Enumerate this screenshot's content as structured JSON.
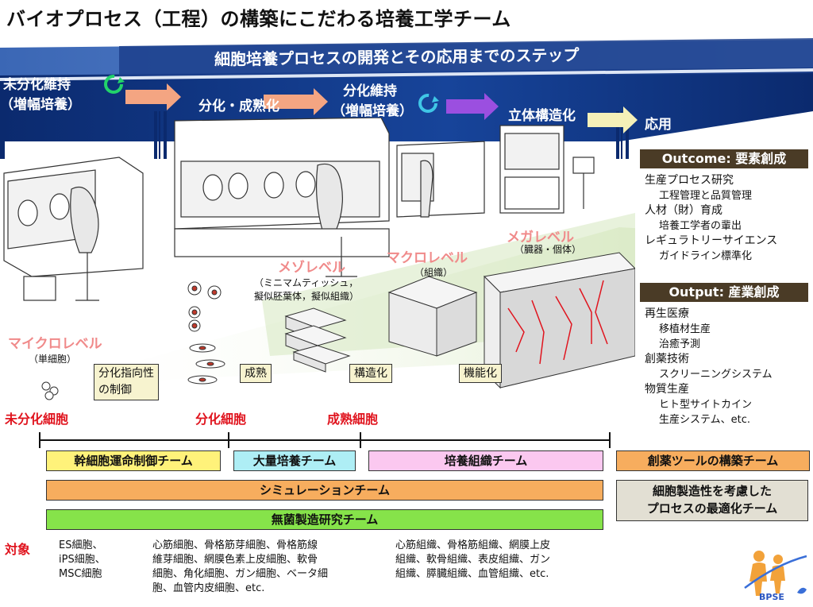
{
  "title": "バイオプロセス（工程）の構築にこだわる培養工学チーム",
  "banner": {
    "title": "細胞培養プロセスの開発とその応用までのステップ",
    "steps": {
      "undiff_1": "未分化維持",
      "undiff_2": "（増幅培養）",
      "diff_mature": "分化・成熟化",
      "diff_1": "分化維持",
      "diff_2": "（増幅培養）",
      "structure": "立体構造化",
      "application": "応用"
    }
  },
  "levels": {
    "micro": "マイクロレベル",
    "micro_sub": "（単細胞）",
    "meso": "メゾレベル",
    "meso_sub_1": "（ミニマムティッシュ，",
    "meso_sub_2": "擬似胚葉体，擬似組織）",
    "macro": "マクロレベル",
    "macro_sub": "（組織）",
    "mega": "メガレベル",
    "mega_sub": "（臓器・個体）"
  },
  "process_labels": {
    "diff_control_1": "分化指向性",
    "diff_control_2": "の制御",
    "maturation": "成熟",
    "structuring": "構造化",
    "functionalization": "機能化"
  },
  "cell_stages": [
    "未分化細胞",
    "分化細胞",
    "成熟細胞"
  ],
  "side_panel": {
    "outcome_header": "Outcome: 要素創成",
    "outcome_items": [
      {
        "main": "生産プロセス研究",
        "sub": "工程管理と品質管理"
      },
      {
        "main": "人材（財）育成",
        "sub": "培養工学者の輩出"
      },
      {
        "main": "レギュラトリーサイエンス",
        "sub": "ガイドライン標準化"
      }
    ],
    "output_header": "Output: 産業創成",
    "output_items": [
      {
        "main": "再生医療",
        "subs": [
          "移植材生産",
          "治癒予測"
        ]
      },
      {
        "main": "創薬技術",
        "subs": [
          "スクリーニングシステム"
        ]
      },
      {
        "main": "物質生産",
        "subs": [
          "ヒト型サイトカイン",
          "生産システム、etc."
        ]
      }
    ]
  },
  "teams": {
    "stem_cell": "幹細胞運命制御チーム",
    "mass_culture": "大量培養チーム",
    "tissue_culture": "培養組織チーム",
    "drug_tools": "創薬ツールの構築チーム",
    "simulation": "シミュレーションチーム",
    "aseptic": "無菌製造研究チーム",
    "optimization_1": "細胞製造性を考慮した",
    "optimization_2": "プロセスの最適化チーム"
  },
  "targets": {
    "label": "対象",
    "col1": [
      "ES細胞、",
      "iPS細胞、",
      "MSC細胞"
    ],
    "col2": [
      "心筋細胞、骨格筋芽細胞、骨格筋線",
      "維芽細胞、網膜色素上皮細胞、軟骨",
      "細胞、角化細胞、ガン細胞、ベータ細",
      "胞、血管内皮細胞、etc."
    ],
    "col3": [
      "心筋組織、骨格筋組織、網膜上皮",
      "組織、軟骨組織、表皮組織、ガン",
      "組織、膵臓組織、血管組織、etc."
    ]
  },
  "logo": {
    "text": "BPSE"
  },
  "colors": {
    "banner_dark": "#0b2a6e",
    "banner_light": "#4a77c4",
    "arrow_salmon": "#f4a582",
    "arrow_purple": "#9b4fe0",
    "arrow_cream": "#f5f0b8",
    "red_label": "#e0141e",
    "pink_label": "#f08a8a",
    "team_yellow": "#fff27a",
    "team_cyan": "#aeeef5",
    "team_pink": "#fbc8f0",
    "team_orange": "#f7ad5e",
    "team_green": "#86e34a",
    "team_grey": "#e2dfd3",
    "side_header": "#4a3b26"
  }
}
